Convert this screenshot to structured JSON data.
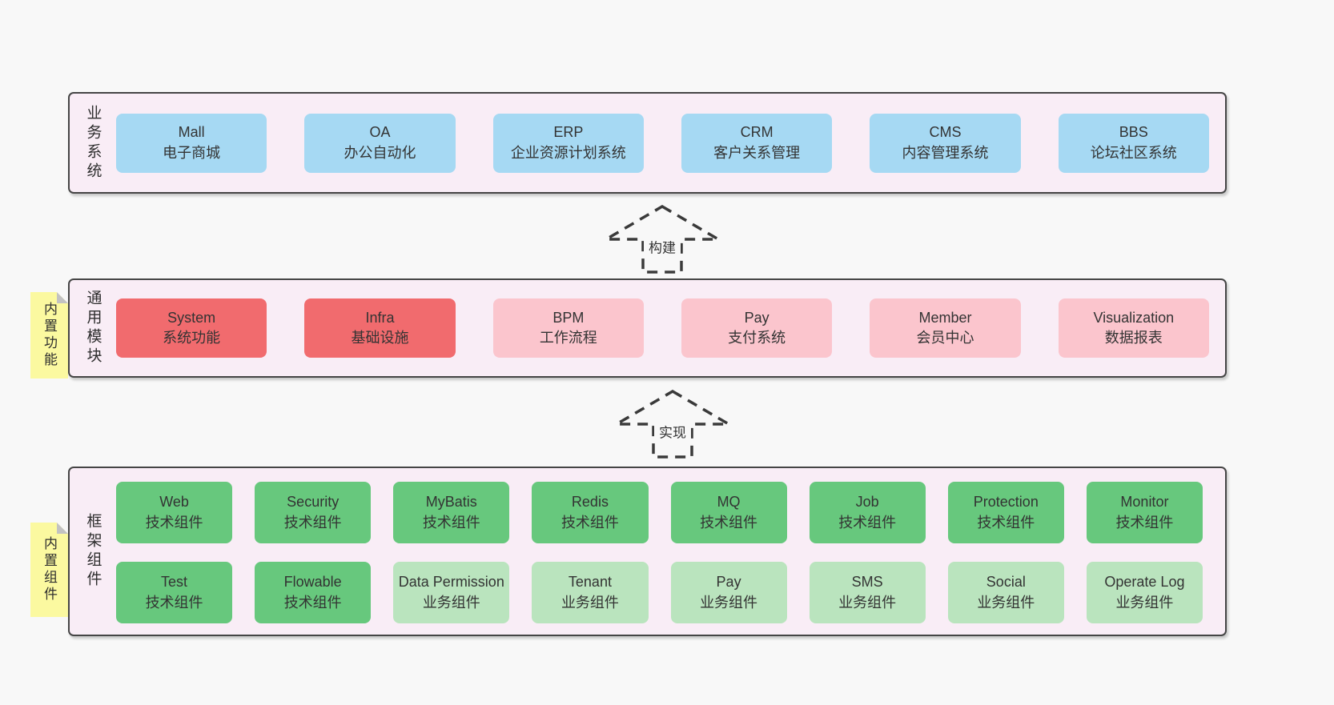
{
  "colors": {
    "page_bg": "#f8f8f8",
    "panel_bg": "#f9edf6",
    "panel_border": "#454545",
    "blue": "#a6d9f3",
    "red": "#f16b6e",
    "pink": "#fbc5cd",
    "green": "#67c87d",
    "green_light": "#bae4be",
    "note_yellow": "#fbf9a0",
    "note_fold": "#c2c2c2",
    "arrow_stroke": "#3a3a3a",
    "text": "#333333"
  },
  "notes": [
    {
      "label": "内置功能"
    },
    {
      "label": "内置组件"
    }
  ],
  "arrows": [
    {
      "label": "构建"
    },
    {
      "label": "实现"
    }
  ],
  "sections": {
    "business": {
      "label": "业务系统",
      "items": [
        {
          "name": "Mall",
          "desc": "电子商城"
        },
        {
          "name": "OA",
          "desc": "办公自动化"
        },
        {
          "name": "ERP",
          "desc": "企业资源计划系统"
        },
        {
          "name": "CRM",
          "desc": "客户关系管理"
        },
        {
          "name": "CMS",
          "desc": "内容管理系统"
        },
        {
          "name": "BBS",
          "desc": "论坛社区系统"
        }
      ]
    },
    "modules": {
      "label": "通用模块",
      "items": [
        {
          "name": "System",
          "desc": "系统功能",
          "variant": "red"
        },
        {
          "name": "Infra",
          "desc": "基础设施",
          "variant": "red"
        },
        {
          "name": "BPM",
          "desc": "工作流程",
          "variant": "pink"
        },
        {
          "name": "Pay",
          "desc": "支付系统",
          "variant": "pink"
        },
        {
          "name": "Member",
          "desc": "会员中心",
          "variant": "pink"
        },
        {
          "name": "Visualization",
          "desc": "数据报表",
          "variant": "pink"
        }
      ]
    },
    "framework": {
      "label": "框架组件",
      "rows": [
        [
          {
            "name": "Web",
            "desc": "技术组件",
            "variant": "green"
          },
          {
            "name": "Security",
            "desc": "技术组件",
            "variant": "green"
          },
          {
            "name": "MyBatis",
            "desc": "技术组件",
            "variant": "green"
          },
          {
            "name": "Redis",
            "desc": "技术组件",
            "variant": "green"
          },
          {
            "name": "MQ",
            "desc": "技术组件",
            "variant": "green"
          },
          {
            "name": "Job",
            "desc": "技术组件",
            "variant": "green"
          },
          {
            "name": "Protection",
            "desc": "技术组件",
            "variant": "green"
          },
          {
            "name": "Monitor",
            "desc": "技术组件",
            "variant": "green"
          }
        ],
        [
          {
            "name": "Test",
            "desc": "技术组件",
            "variant": "green"
          },
          {
            "name": "Flowable",
            "desc": "技术组件",
            "variant": "green"
          },
          {
            "name": "Data Permission",
            "desc": "业务组件",
            "variant": "green-light"
          },
          {
            "name": "Tenant",
            "desc": "业务组件",
            "variant": "green-light"
          },
          {
            "name": "Pay",
            "desc": "业务组件",
            "variant": "green-light"
          },
          {
            "name": "SMS",
            "desc": "业务组件",
            "variant": "green-light"
          },
          {
            "name": "Social",
            "desc": "业务组件",
            "variant": "green-light"
          },
          {
            "name": "Operate Log",
            "desc": "业务组件",
            "variant": "green-light"
          }
        ]
      ]
    }
  }
}
